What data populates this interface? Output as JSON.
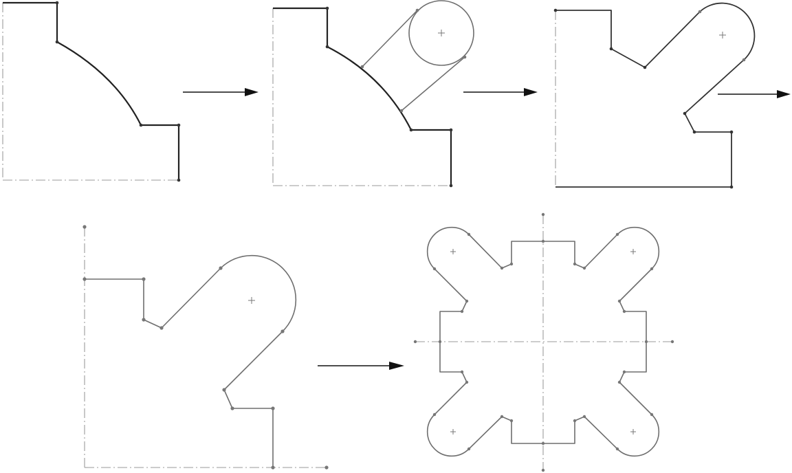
{
  "figure": {
    "description_steps": [
      "step-1-base-profile",
      "step-2-add-circle-and-tangent-lines",
      "step-3-trimmed-lobe-profile",
      "step-4-quarter-profile",
      "step-5-mirrored-full-profile"
    ],
    "colors": {
      "bold_line": "#222222",
      "thin_line": "#6e6e6e",
      "centerline": "#9a9a9a",
      "arrow": "#111111",
      "background": "#ffffff"
    }
  }
}
